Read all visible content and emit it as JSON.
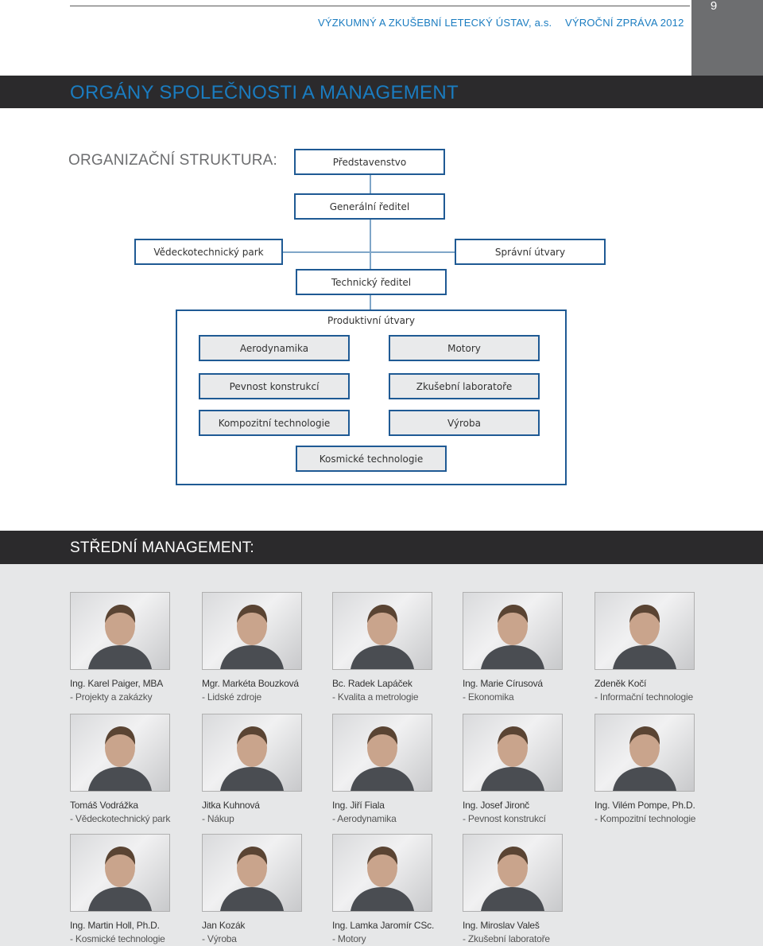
{
  "header": {
    "organization": "VÝZKUMNÝ A ZKUŠEBNÍ LETECKÝ ÚSTAV, a.s.",
    "report": "VÝROČNÍ ZPRÁVA 2012",
    "page_number": "9"
  },
  "title": "ORGÁNY SPOLEČNOSTI A MANAGEMENT",
  "org_structure": {
    "heading": "ORGANIZAČNÍ STRUKTURA:",
    "board": "Představenstvo",
    "general_director": "Generální ředitel",
    "science_park": "Vědeckotechnický park",
    "administrative": "Správní útvary",
    "technical_director": "Technický ředitel",
    "production": {
      "label": "Produktivní útvary",
      "units": [
        "Aerodynamika",
        "Motory",
        "Pevnost konstrukcí",
        "Zkušební laboratoře",
        "Kompozitní technologie",
        "Výroba",
        "Kosmické technologie"
      ]
    }
  },
  "management": {
    "heading": "STŘEDNÍ MANAGEMENT:",
    "people": [
      {
        "name": "Ing. Karel Paiger, MBA",
        "role": "- Projekty a zakázky"
      },
      {
        "name": "Mgr. Markéta Bouzková",
        "role": "- Lidské zdroje"
      },
      {
        "name": "Bc. Radek Lapáček",
        "role": "- Kvalita a metrologie"
      },
      {
        "name": "Ing. Marie Círusová",
        "role": "- Ekonomika"
      },
      {
        "name": "Zdeněk Kočí",
        "role": "- Informační technologie"
      },
      {
        "name": "Tomáš Vodrážka",
        "role": "- Vědeckotechnický park"
      },
      {
        "name": "Jitka Kuhnová",
        "role": "- Nákup"
      },
      {
        "name": "Ing. Jiří Fiala",
        "role": "- Aerodynamika"
      },
      {
        "name": "Ing. Josef Jironč",
        "role": "- Pevnost konstrukcí"
      },
      {
        "name": "Ing. Vilém Pompe, Ph.D.",
        "role": "- Kompozitní technologie"
      },
      {
        "name": "Ing. Martin Holl, Ph.D.",
        "role": "- Kosmické technologie"
      },
      {
        "name": "Jan Kozák",
        "role": "- Výroba"
      },
      {
        "name": "Ing. Lamka Jaromír CSc.",
        "role": "- Motory"
      },
      {
        "name": "Ing. Miroslav Valeš",
        "role": "- Zkušební laboratoře"
      }
    ]
  }
}
